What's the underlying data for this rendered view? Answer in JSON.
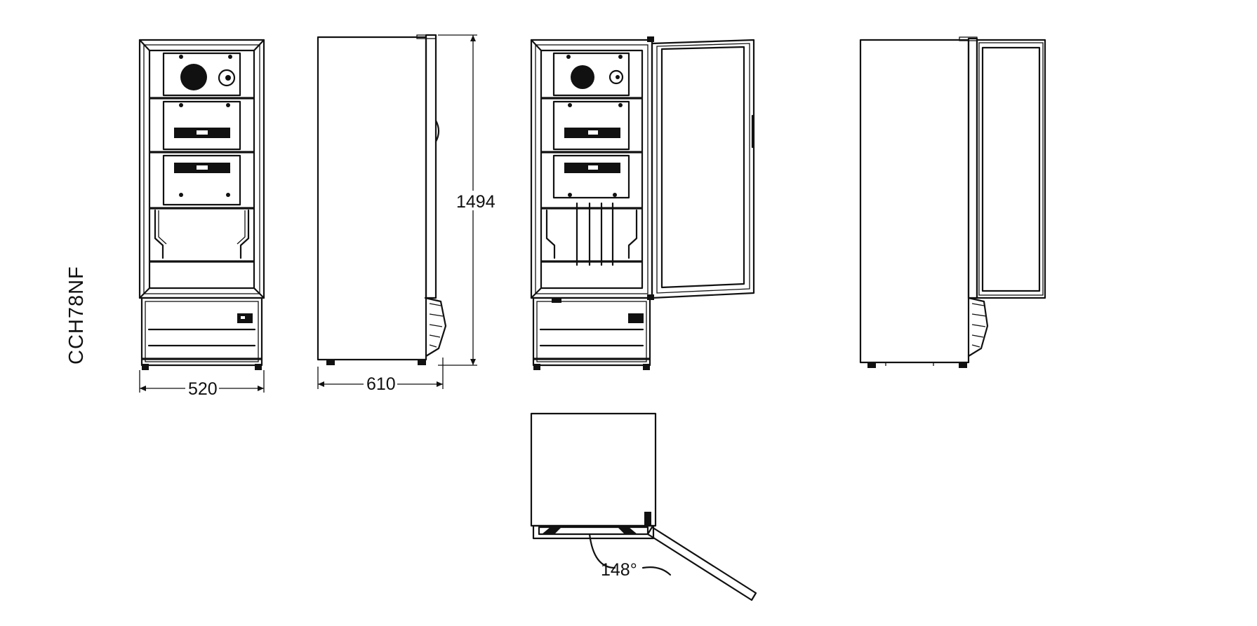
{
  "model_label": "CCH78NF",
  "dimensions": {
    "width": "520",
    "depth": "610",
    "height": "1494",
    "door_angle": "148°"
  },
  "colors": {
    "line": "#111111",
    "background": "#ffffff"
  }
}
